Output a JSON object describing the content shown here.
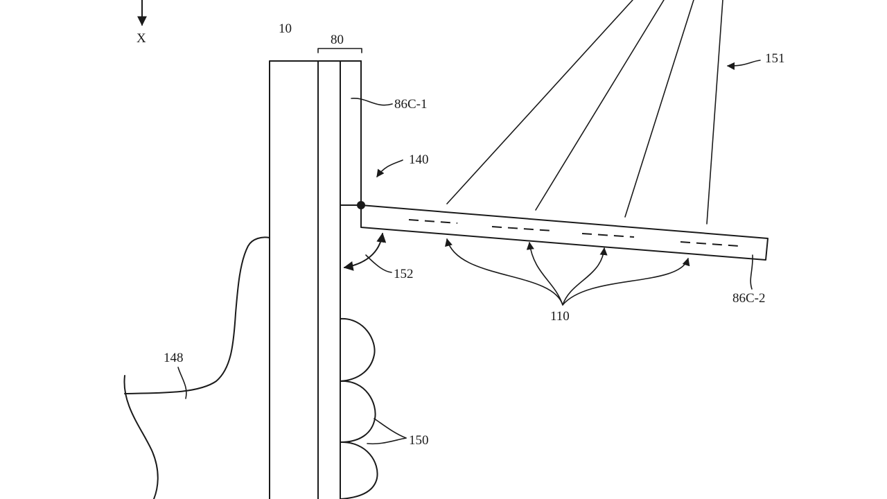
{
  "labels": {
    "axis_x": "X",
    "device": "10",
    "band": "80",
    "band_upper": "86C-1",
    "hinge": "140",
    "light_rays": "151",
    "rotation": "152",
    "hand": "148",
    "band_lower": "86C-2",
    "emitters": "110",
    "fingers": "150"
  }
}
